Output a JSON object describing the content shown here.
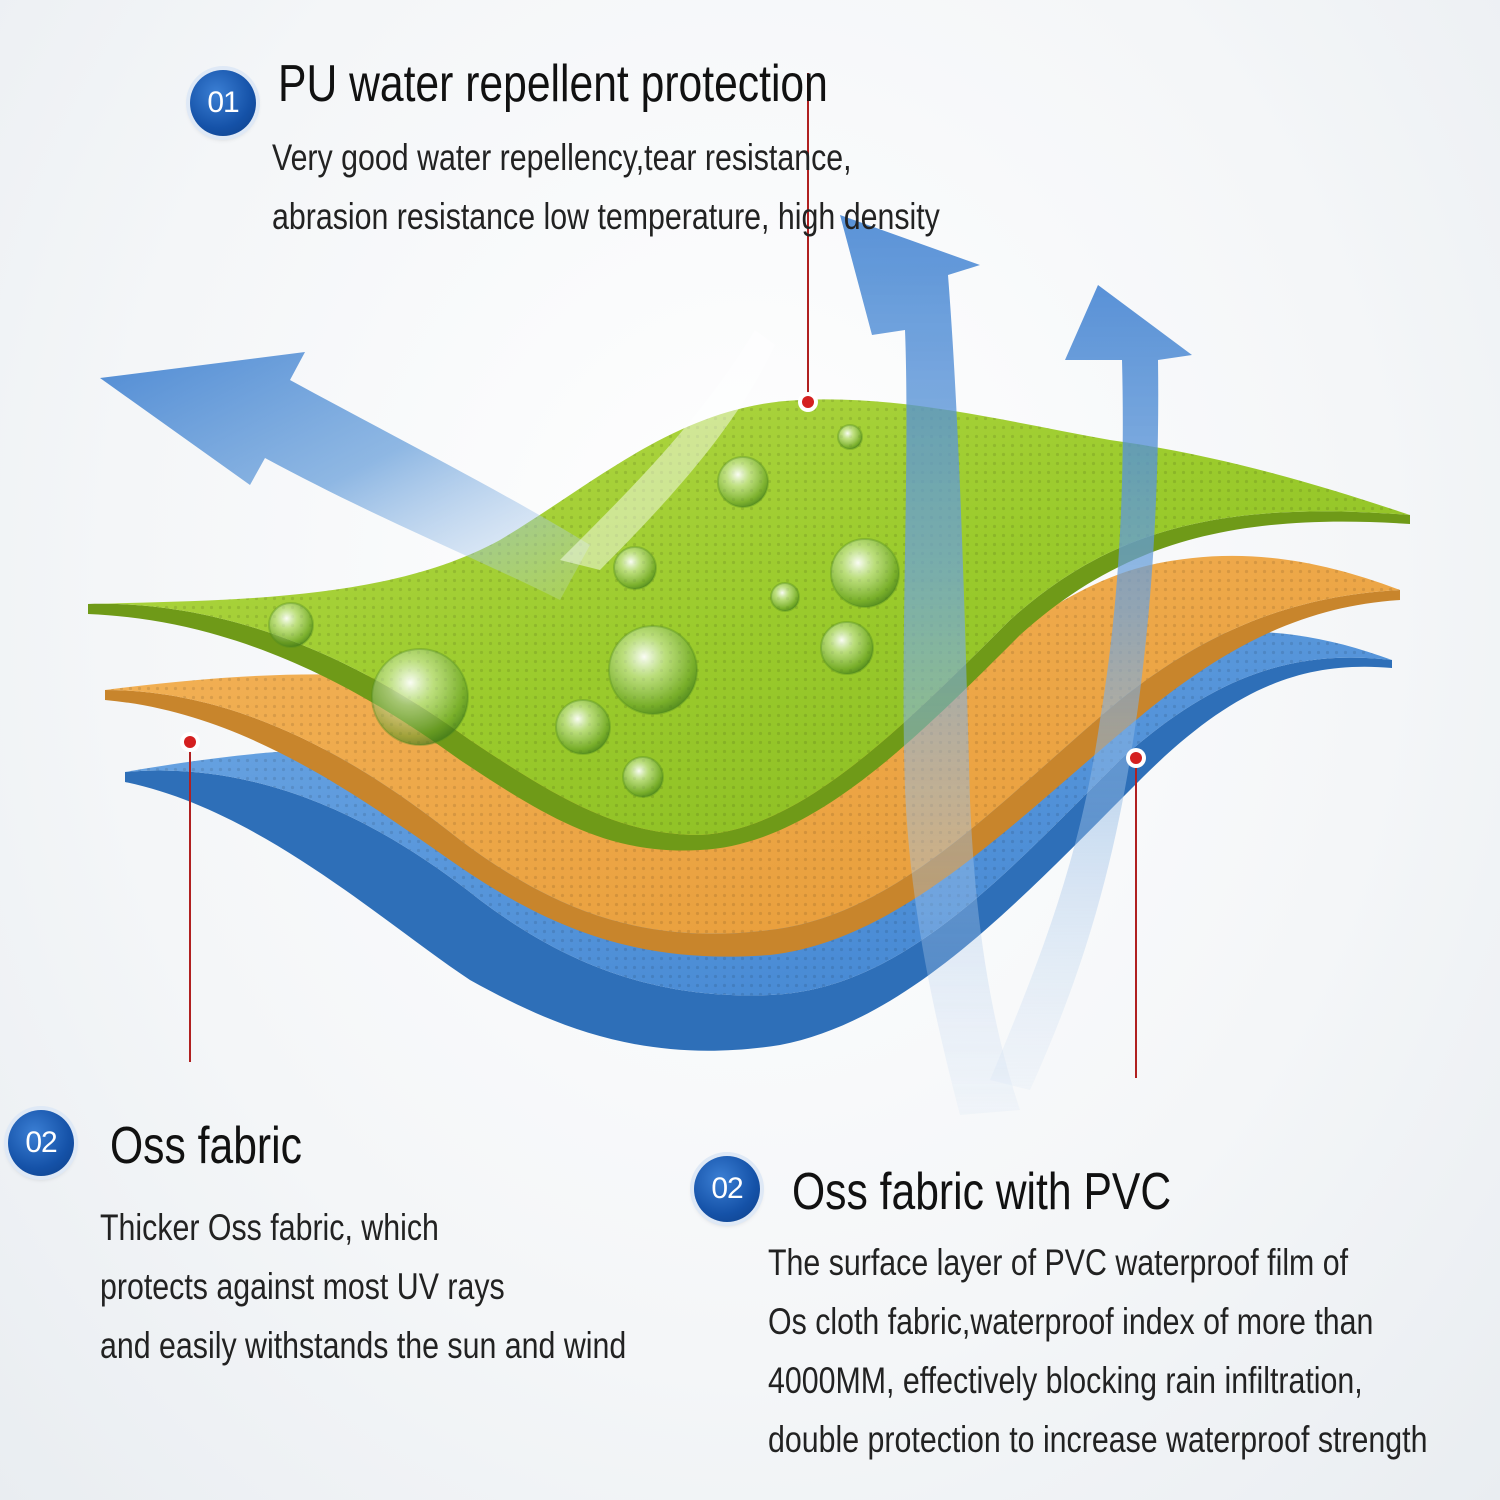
{
  "section1": {
    "badge": "01",
    "title": "PU water repellent protection",
    "lines": [
      "Very good water repellency,tear resistance,",
      "abrasion resistance low temperature, high density"
    ]
  },
  "section2": {
    "badge": "02",
    "title": "Oss fabric",
    "lines": [
      "Thicker Oss fabric, which",
      "protects against most UV rays",
      "and easily withstands the sun and wind"
    ]
  },
  "section3": {
    "badge": "02",
    "title": "Oss fabric with PVC",
    "lines": [
      "The surface layer of PVC waterproof film of",
      "Os cloth fabric,waterproof index of more than",
      "4000MM, effectively blocking rain infiltration,",
      "double protection to increase waterproof strength"
    ]
  },
  "colors": {
    "top_layer": "#9ccc2c",
    "middle_layer": "#f0a847",
    "bottom_layer": "#4a8fd6",
    "arrow": "#3d7fd0",
    "badge": "#1552a8",
    "pointer": "#d42020"
  }
}
